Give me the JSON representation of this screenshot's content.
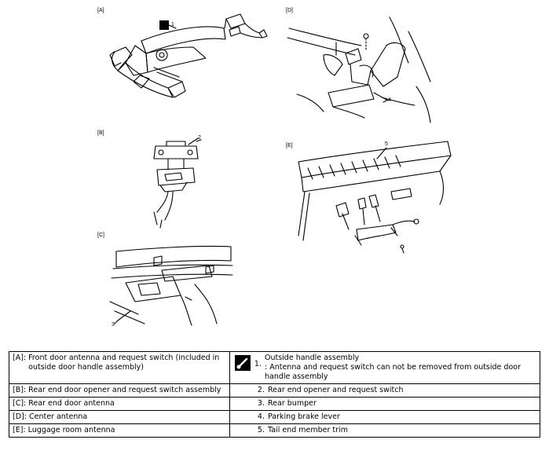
{
  "panels": {
    "A": "[A]",
    "B": "[B]",
    "C": "[C]",
    "D": "[D]",
    "E": "[E]"
  },
  "callouts": {
    "c1": "1",
    "c2": "2",
    "c3": "3",
    "c4": "4",
    "c5": "5"
  },
  "legend": {
    "rows": [
      {
        "left_key": "[A]:",
        "left_text": "Front door antenna and request switch (included in outside door handle assembly)",
        "right_num": "1.",
        "right_text": "Outside handle assembly\n: Antenna and request switch can not be removed from outside door handle assembly",
        "right_icon": "outside-handle-icon"
      },
      {
        "left_key": "[B]:",
        "left_text": "Rear end door opener and request switch assembly",
        "right_num": "2.",
        "right_text": "Rear end opener and request switch"
      },
      {
        "left_key": "[C]:",
        "left_text": "Rear end door antenna",
        "right_num": "3.",
        "right_text": "Rear bumper"
      },
      {
        "left_key": "[D]:",
        "left_text": "Center antenna",
        "right_num": "4.",
        "right_text": "Parking brake lever"
      },
      {
        "left_key": "[E]:",
        "left_text": "Luggage room antenna",
        "right_num": "5.",
        "right_text": "Tail end member trim"
      }
    ]
  }
}
